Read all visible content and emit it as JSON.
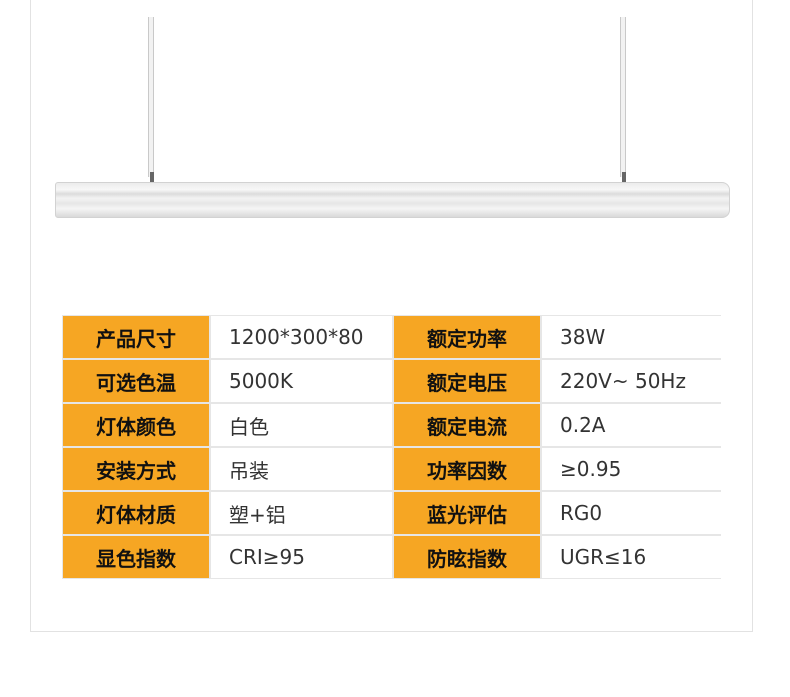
{
  "specs": [
    {
      "label": "产品尺寸",
      "value": "1200*300*80",
      "label2": "额定功率",
      "value2": "38W"
    },
    {
      "label": "可选色温",
      "value": "5000K",
      "label2": "额定电压",
      "value2": "220V~ 50Hz"
    },
    {
      "label": "灯体颜色",
      "value": "白色",
      "label2": "额定电流",
      "value2": "0.2A"
    },
    {
      "label": "安装方式",
      "value": "吊装",
      "label2": "功率因数",
      "value2": "≥0.95"
    },
    {
      "label": "灯体材质",
      "value": "塑+铝",
      "label2": "蓝光评估",
      "value2": "RG0"
    },
    {
      "label": "显色指数",
      "value": "CRI≥95",
      "label2": "防眩指数",
      "value2": "UGR≤16"
    }
  ],
  "colors": {
    "accent": "#f6a623"
  }
}
